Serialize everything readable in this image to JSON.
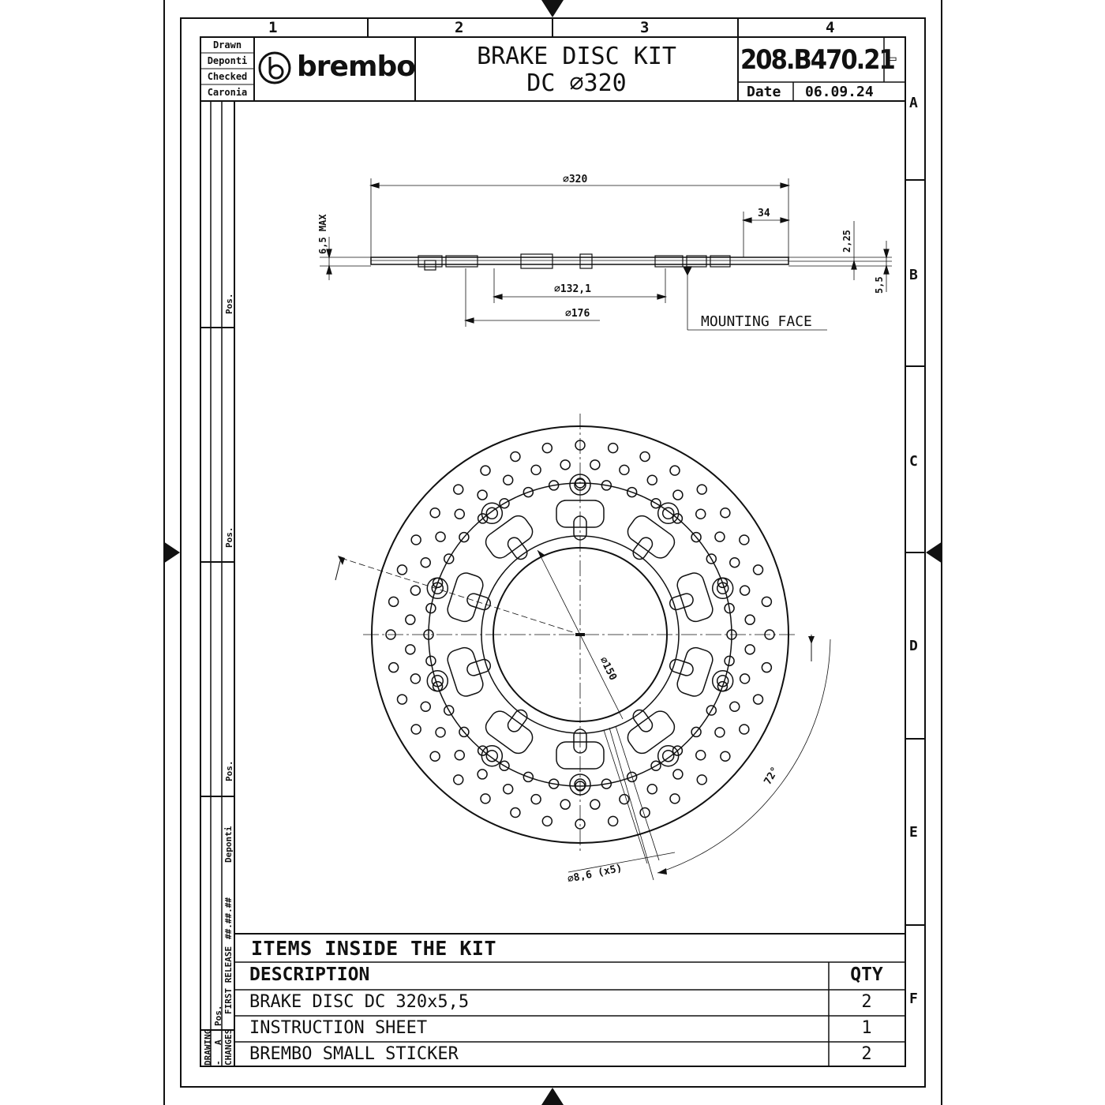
{
  "columns": [
    "1",
    "2",
    "3",
    "4"
  ],
  "rows": [
    "A",
    "B",
    "C",
    "D",
    "E",
    "F"
  ],
  "title_block": {
    "roles": {
      "drawn_label": "Drawn",
      "drawn_value": "Deponti",
      "checked_label": "Checked",
      "checked_value": "Caronia"
    },
    "logo_text": "brembo",
    "title_line1": "BRAKE DISC KIT",
    "title_line2": "DC ∅320",
    "part_number": "208.B470.21",
    "revision_mark": "▭",
    "date_label": "Date",
    "date_value": "06.09.24"
  },
  "side_view": {
    "dim_outer": "∅320",
    "dim_34": "34",
    "dim_thickness_max": "6,5 MAX",
    "dim_225": "2,25",
    "dim_55": "5,5",
    "dim_1321": "∅132,1",
    "dim_176": "∅176",
    "mounting_face": "MOUNTING FACE"
  },
  "front_view": {
    "dim_150": "∅150",
    "dim_angle": "72°",
    "dim_holes": "∅8,6 (x5)"
  },
  "revision_strip": {
    "pos_label": "Pos.",
    "author": "Deponti",
    "date_mask": "##.##.##",
    "first_release": "FIRST RELEASE",
    "rev_letter": "A",
    "dash": "-",
    "drawing_label": "DRAWING",
    "changes_label": "CHANGES"
  },
  "kit": {
    "title": "ITEMS INSIDE THE KIT",
    "header_description": "DESCRIPTION",
    "header_qty": "QTY",
    "items": [
      {
        "description": "BRAKE DISC DC 320x5,5",
        "qty": "2"
      },
      {
        "description": "INSTRUCTION SHEET",
        "qty": "1"
      },
      {
        "description": "BREMBO SMALL STICKER",
        "qty": "2"
      }
    ]
  }
}
